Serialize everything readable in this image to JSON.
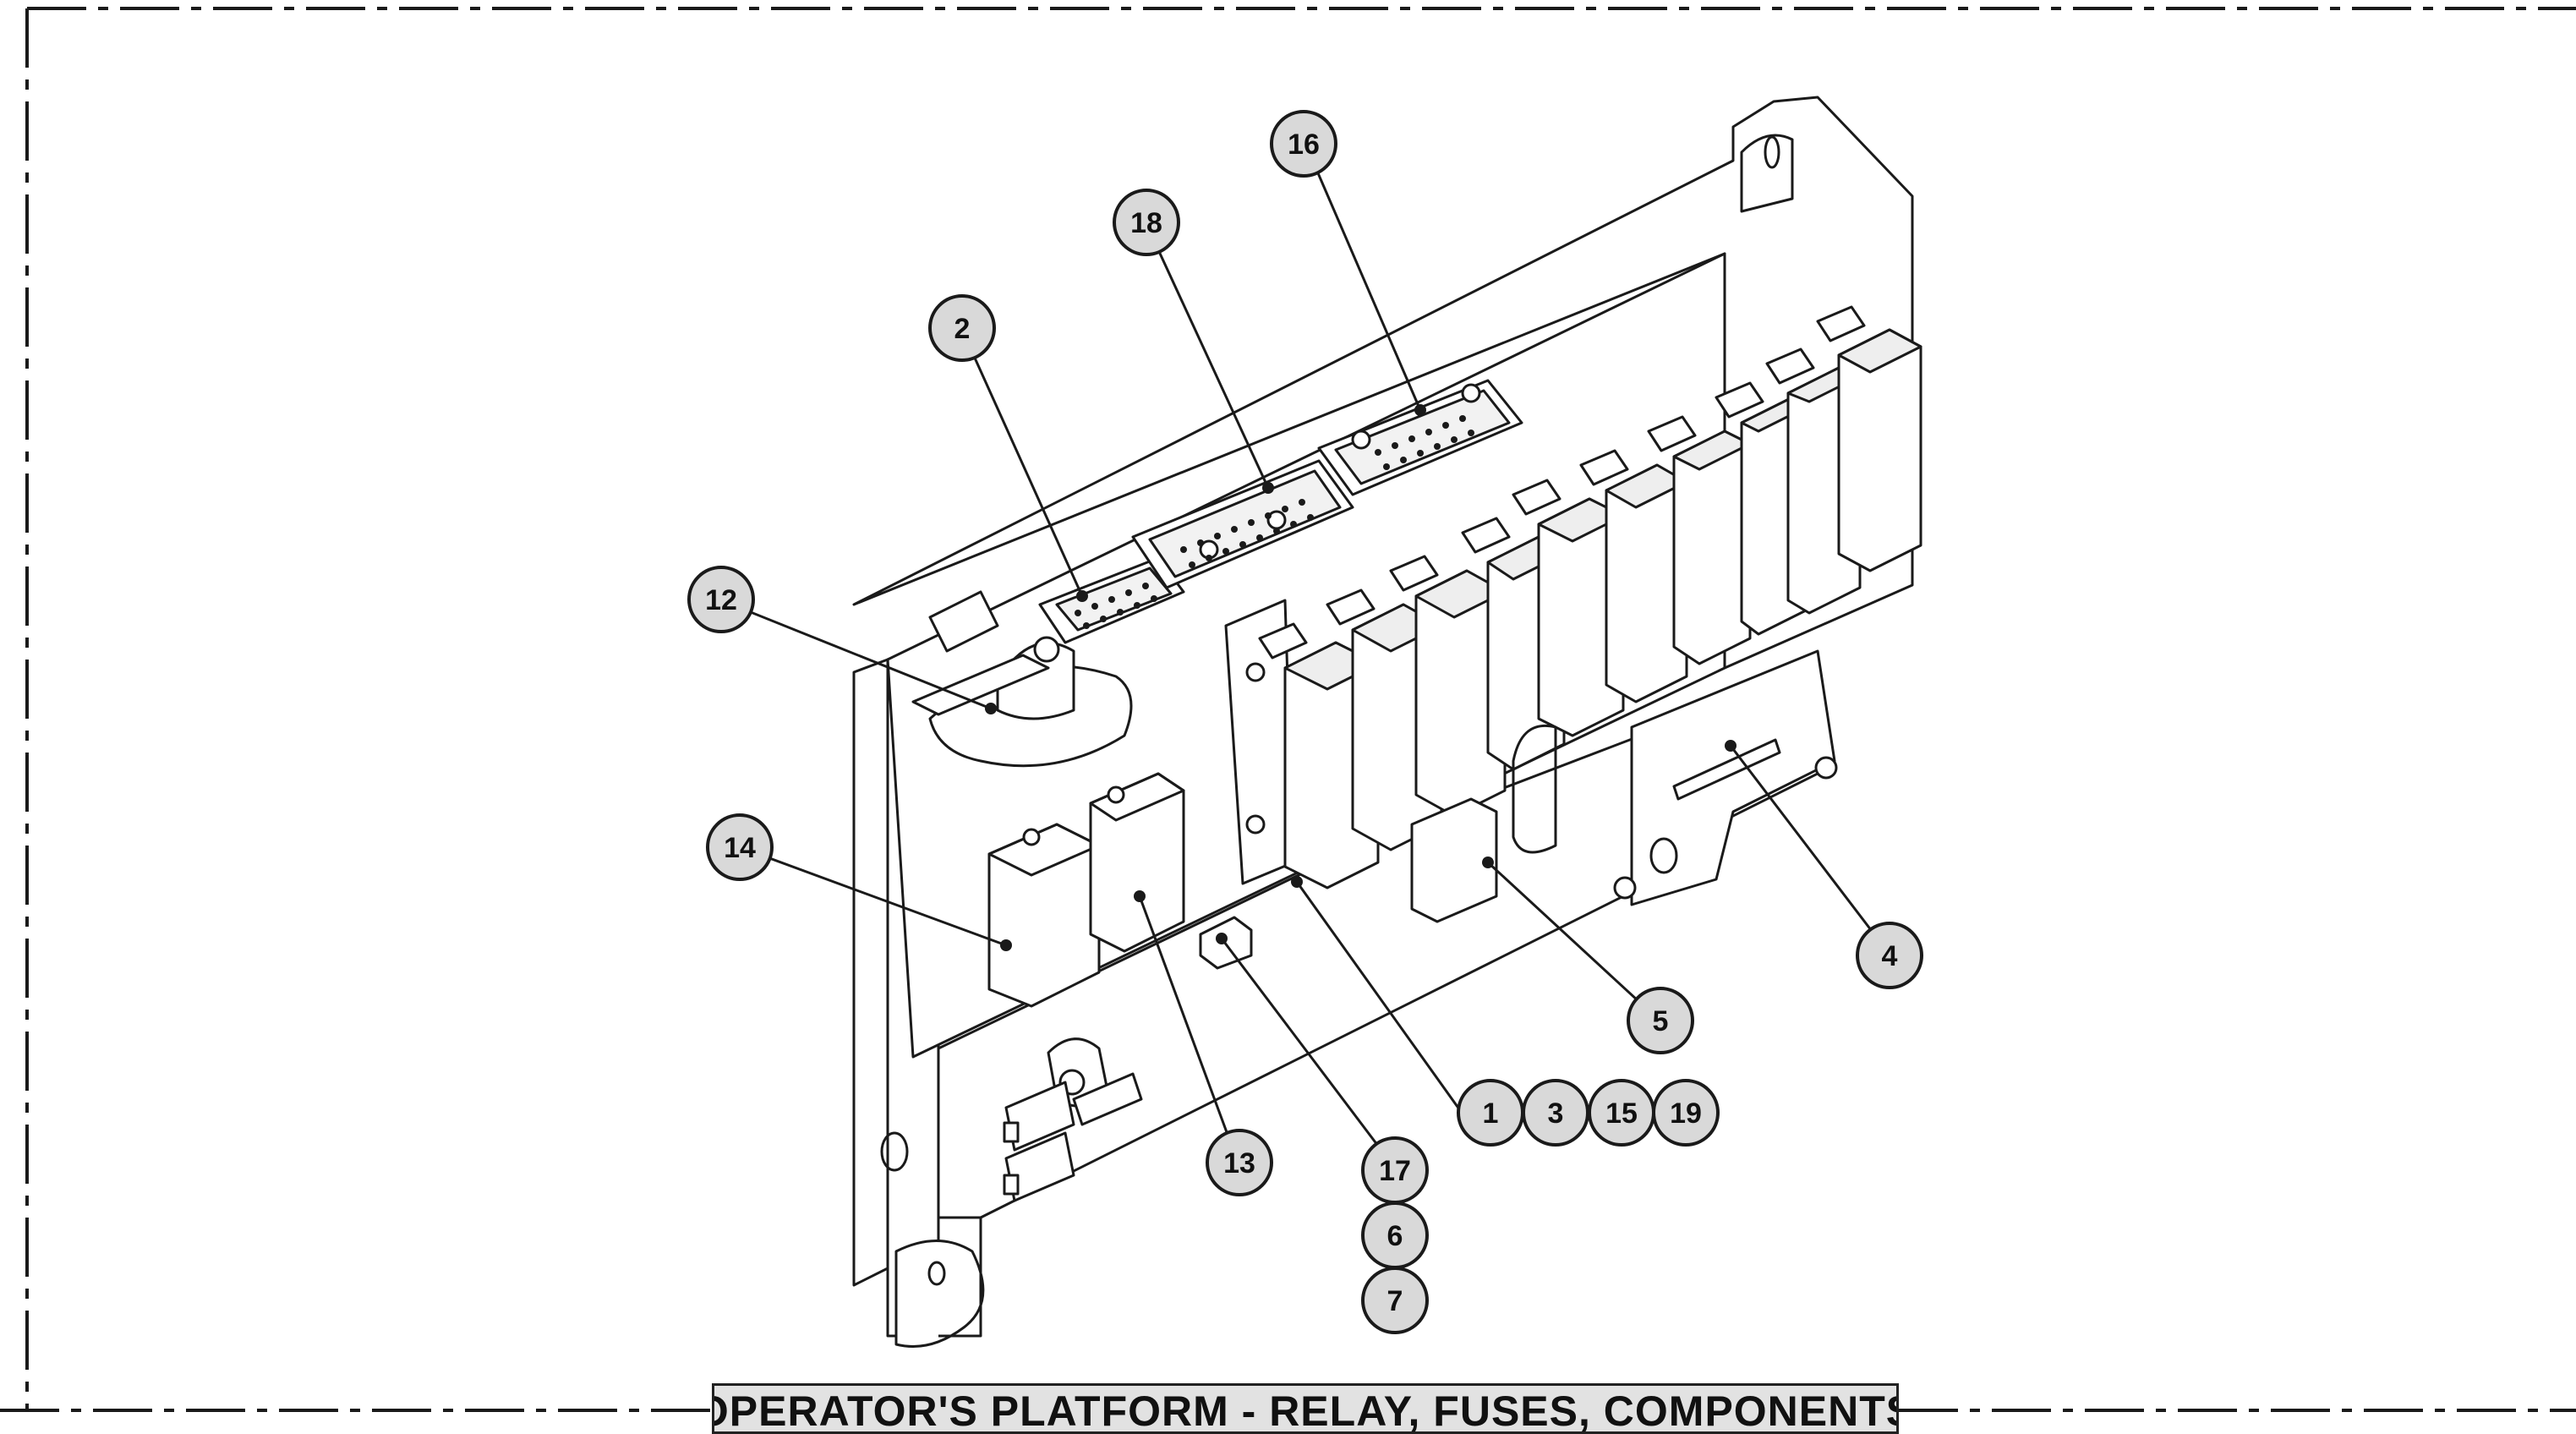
{
  "diagram": {
    "title": "OPERATOR'S PLATFORM - RELAY, FUSES, COMPONENTS",
    "callouts": [
      {
        "label": "16"
      },
      {
        "label": "18"
      },
      {
        "label": "2"
      },
      {
        "label": "12"
      },
      {
        "label": "14"
      },
      {
        "label": "4"
      },
      {
        "label": "5"
      },
      {
        "label": "13"
      },
      {
        "label": "1"
      },
      {
        "label": "3"
      },
      {
        "label": "15"
      },
      {
        "label": "19"
      },
      {
        "label": "17"
      },
      {
        "label": "6"
      },
      {
        "label": "7"
      }
    ]
  },
  "colors": {
    "line": "#1a1a1a",
    "bubble_fill": "#d9d9d9",
    "title_fill": "#e2e2e2"
  }
}
